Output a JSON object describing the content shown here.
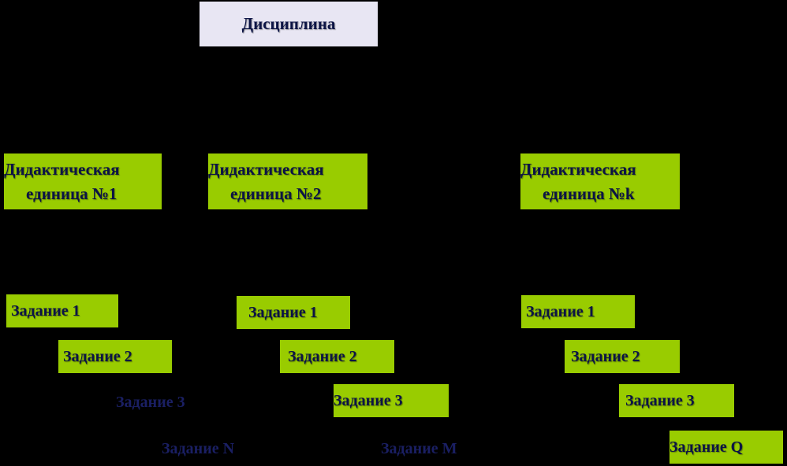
{
  "root": {
    "label": "Дисциплина"
  },
  "units": [
    {
      "line1": "Дидактическая",
      "line2": "единица №1"
    },
    {
      "line1": "Дидактическая",
      "line2": "единица №2"
    },
    {
      "line1": "Дидактическая",
      "line2": "единица №k"
    }
  ],
  "tasks": {
    "u1": [
      "Задание 1",
      "Задание 2",
      "Задание 3",
      "Задание N"
    ],
    "u2": [
      "Задание 1",
      "Задание 2",
      "Задание 3",
      "Задание M"
    ],
    "u3": [
      "Задание 1",
      "Задание 2",
      "Задание 3",
      "Задание Q"
    ]
  },
  "colors": {
    "background": "#000000",
    "root_fill": "#e8e6f3",
    "node_fill": "#99cc00",
    "text": "#0c1445"
  }
}
